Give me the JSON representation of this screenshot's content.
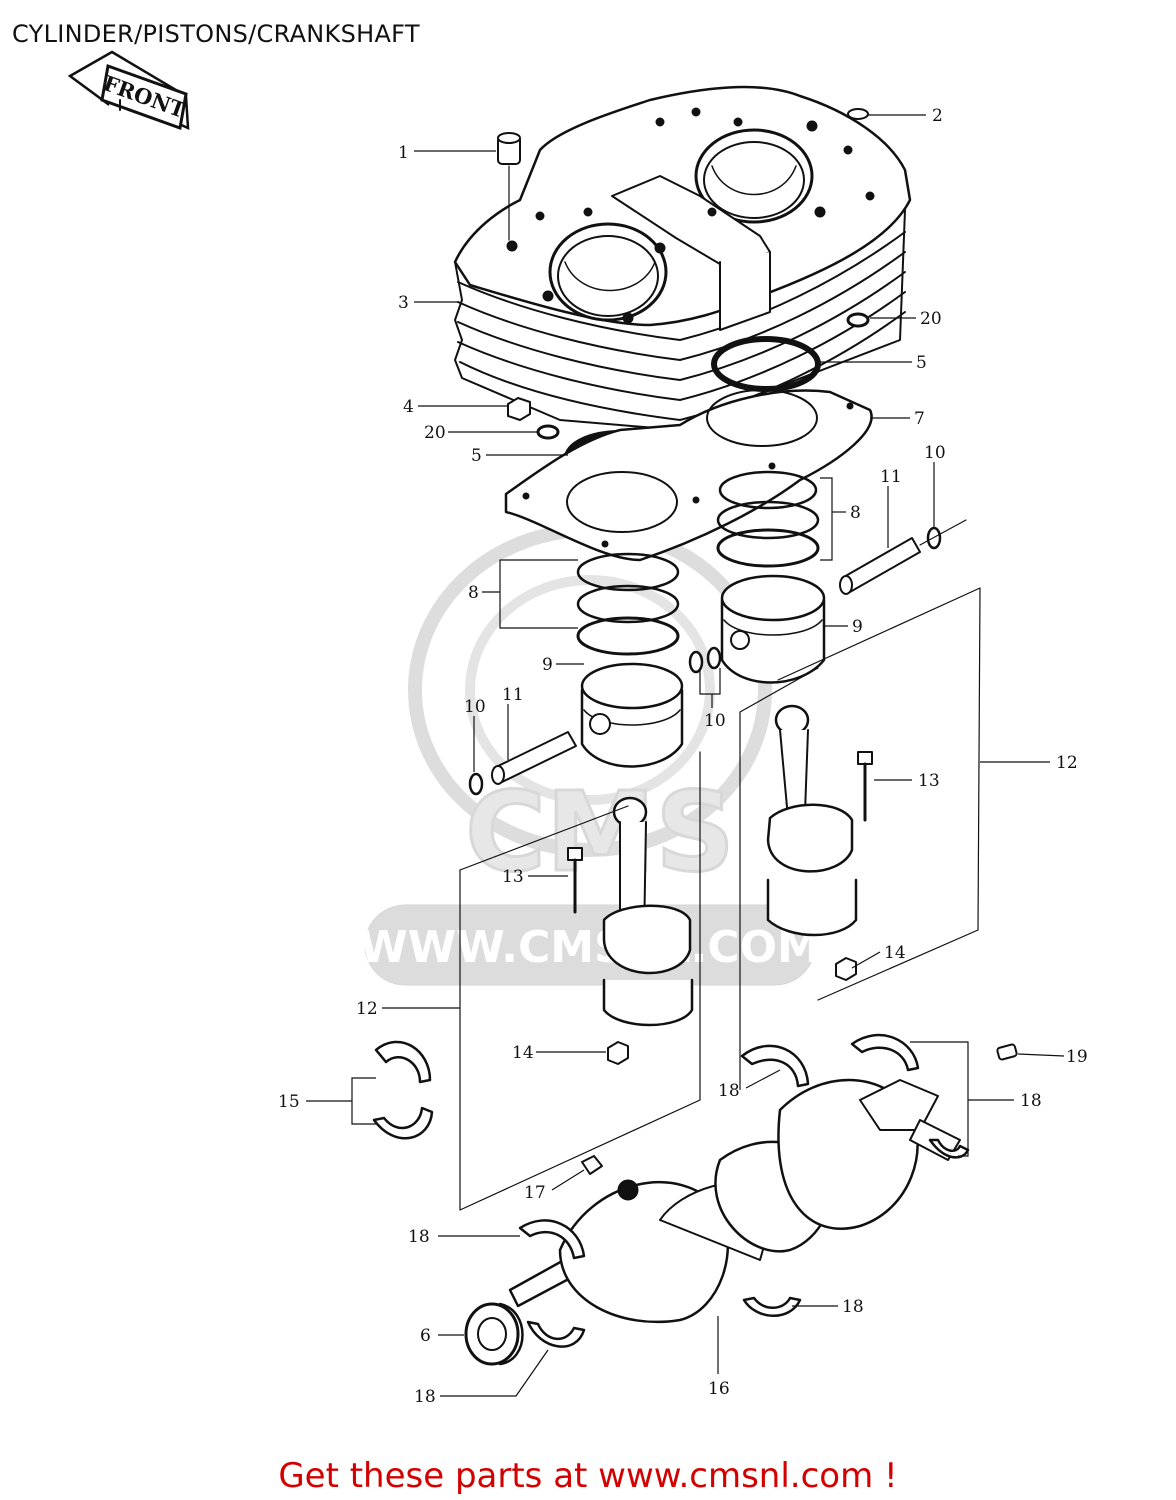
{
  "page": {
    "title": "CYLINDER/PISTONS/CRANKSHAFT",
    "front_sign": "FRONT",
    "footer_text": "Get these parts at www.cmsnl.com !",
    "watermark_text": "WWW.CMSNL.COM",
    "watermark_logo_text": "CMS"
  },
  "callouts": [
    "1",
    "2",
    "3",
    "20",
    "5",
    "4",
    "20",
    "5",
    "7",
    "8",
    "10",
    "11",
    "8",
    "9",
    "9",
    "11",
    "10",
    "10",
    "12",
    "13",
    "13",
    "12",
    "14",
    "14",
    "15",
    "19",
    "18",
    "18",
    "17",
    "18",
    "18",
    "6",
    "18",
    "16"
  ]
}
